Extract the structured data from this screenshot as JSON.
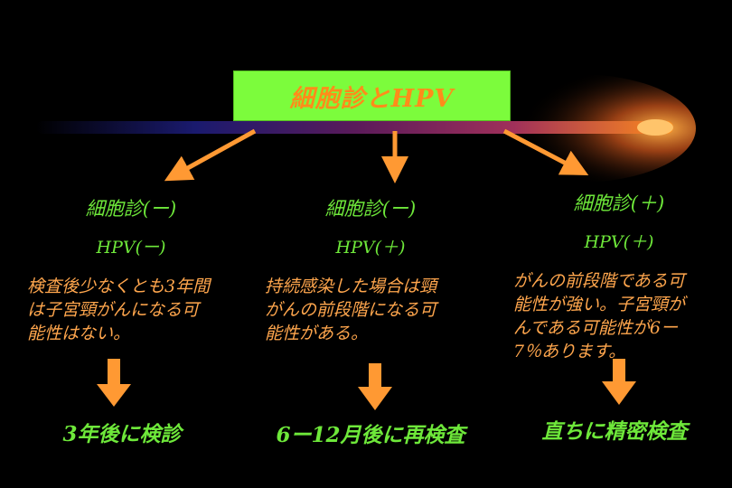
{
  "title": "細胞診とHPV",
  "colors": {
    "accent_green": "#7cfc3c",
    "text_green": "#6ee83a",
    "text_orange": "#ffa64d",
    "arrow_orange": "#ff9933",
    "background": "#000000"
  },
  "columns": [
    {
      "cytology": "細胞診(ー)",
      "hpv": "HPV(ー)",
      "description": [
        "検査後少なくとも3年間",
        "は子宮頸がんになる可",
        "能性はない。"
      ],
      "result": "3年後に検診"
    },
    {
      "cytology": "細胞診(ー)",
      "hpv": "HPV(＋)",
      "description": [
        "持続感染した場合は頸",
        "がんの前段階になる可",
        "能性がある。"
      ],
      "result": "6ー12月後に再検査"
    },
    {
      "cytology": "細胞診(＋)",
      "hpv": "HPV(＋)",
      "description": [
        "がんの前段階である可",
        "能性が強い。子宮頸が",
        "んである可能性が6ー",
        "7％あります。"
      ],
      "result": "直ちに精密検査"
    }
  ]
}
